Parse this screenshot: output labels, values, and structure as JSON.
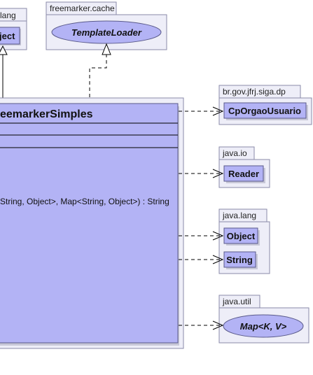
{
  "diagram": {
    "main_class": {
      "name": "eemarkerSimples",
      "method": "String, Object>, Map<String, Object>) : String"
    },
    "packages": {
      "java_lang_top": {
        "name": "lang",
        "classes": [
          "ject"
        ]
      },
      "freemarker_cache": {
        "name": "freemarker.cache",
        "interface": "TemplateLoader"
      },
      "br_gov": {
        "name": "br.gov.jfrj.siga.dp",
        "classes": [
          "CpOrgaoUsuario"
        ]
      },
      "java_io": {
        "name": "java.io",
        "classes": [
          "Reader"
        ]
      },
      "java_lang": {
        "name": "java.lang",
        "classes": [
          "Object",
          "String"
        ]
      },
      "java_util": {
        "name": "java.util",
        "interface": "Map<K, V>"
      }
    }
  }
}
